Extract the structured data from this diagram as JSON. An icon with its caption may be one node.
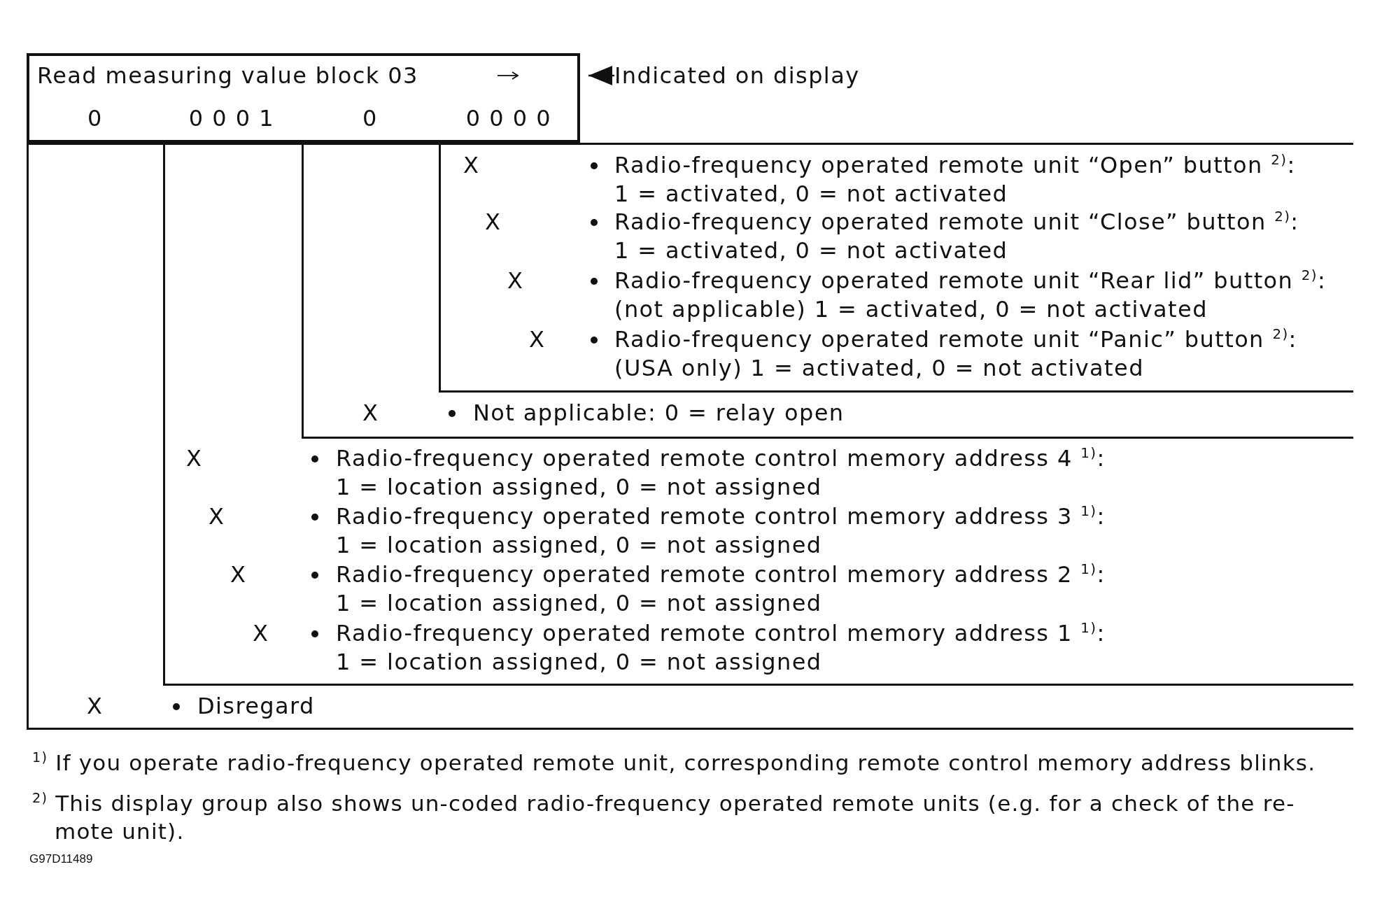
{
  "diagram": {
    "nodes": [
      {
        "text": [
          "Read measuring value block 03",
          "0",
          "0 0 0 1",
          "0",
          "0 0 0 0"
        ]
      },
      {
        "text": [
          "Indicated on display"
        ]
      },
      {
        "text": [],
        "shape": "box"
      },
      {
        "text": [],
        "shape": "box",
        "in": 2
      },
      {
        "text": [],
        "shape": "box",
        "in": 3
      },
      {
        "text": [],
        "shape": "box",
        "in": 4
      },
      {
        "text": [
          "X"
        ],
        "in": 5
      },
      {
        "text": [
          "Radio-frequency operated remote unit “Open” button $^{2)}$:",
          "1 = activated, 0 = not activated"
        ],
        "in": 5
      },
      {
        "text": [
          "X"
        ],
        "in": 5
      },
      {
        "text": [
          "Radio-frequency operated remote unit “Close” button $^{2)}$:",
          "1 = activated, 0 = not activated"
        ],
        "in": 5
      },
      {
        "text": [
          "X"
        ],
        "in": 5
      },
      {
        "text": [
          "Radio-frequency operated remote unit “Rear lid” button $^{2)}$:",
          "(not applicable) 1 = activated, 0 = not activated"
        ],
        "in": 5
      },
      {
        "text": [
          "X"
        ],
        "in": 5
      },
      {
        "text": [
          "Radio-frequency operated remote unit “Panic” button $^{2)}$:",
          "(USA only) 1 = activated, 0 = not activated"
        ],
        "in": 5
      },
      {
        "text": [
          "X"
        ],
        "in": 4
      },
      {
        "text": [
          "Not applicable: 0 = relay open"
        ],
        "in": 4
      },
      {
        "text": [
          "X"
        ],
        "in": 3
      },
      {
        "text": [
          "Radio-frequency operated remote control memory address 4 $^{1)}$:",
          "1 = location assigned, 0 = not assigned"
        ],
        "in": 3
      },
      {
        "text": [
          "X"
        ],
        "in": 3
      },
      {
        "text": [
          "Radio-frequency operated remote control memory address 3 $^{1)}$:",
          "1 = location assigned, 0 = not assigned"
        ],
        "in": 3
      },
      {
        "text": [
          "X"
        ],
        "in": 3
      },
      {
        "text": [
          "Radio-frequency operated remote control memory address 2 $^{1)}$:",
          "1 = location assigned, 0 = not assigned"
        ],
        "in": 3
      },
      {
        "text": [
          "X"
        ],
        "in": 3
      },
      {
        "text": [
          "Radio-frequency operated remote control memory address 1 $^{1)}$:",
          "1 = location assigned, 0 = not assigned"
        ],
        "in": 3
      },
      {
        "text": [
          "X"
        ],
        "in": 2
      },
      {
        "text": [
          "Disregard"
        ],
        "in": 2
      }
    ],
    "edges": [
      {
        "from": 1,
        "to": 0,
        "arrow": "to"
      }
    ],
    "labels": [
      "$^{1)}$ If you operate radio-frequency operated remote unit, corresponding remote control memory address blinks.",
      "$^{2)}$ This display group also shows un-coded radio-frequency operated remote units (e.g. for a check of the re- mote unit).",
      "G97D11489"
    ]
  }
}
